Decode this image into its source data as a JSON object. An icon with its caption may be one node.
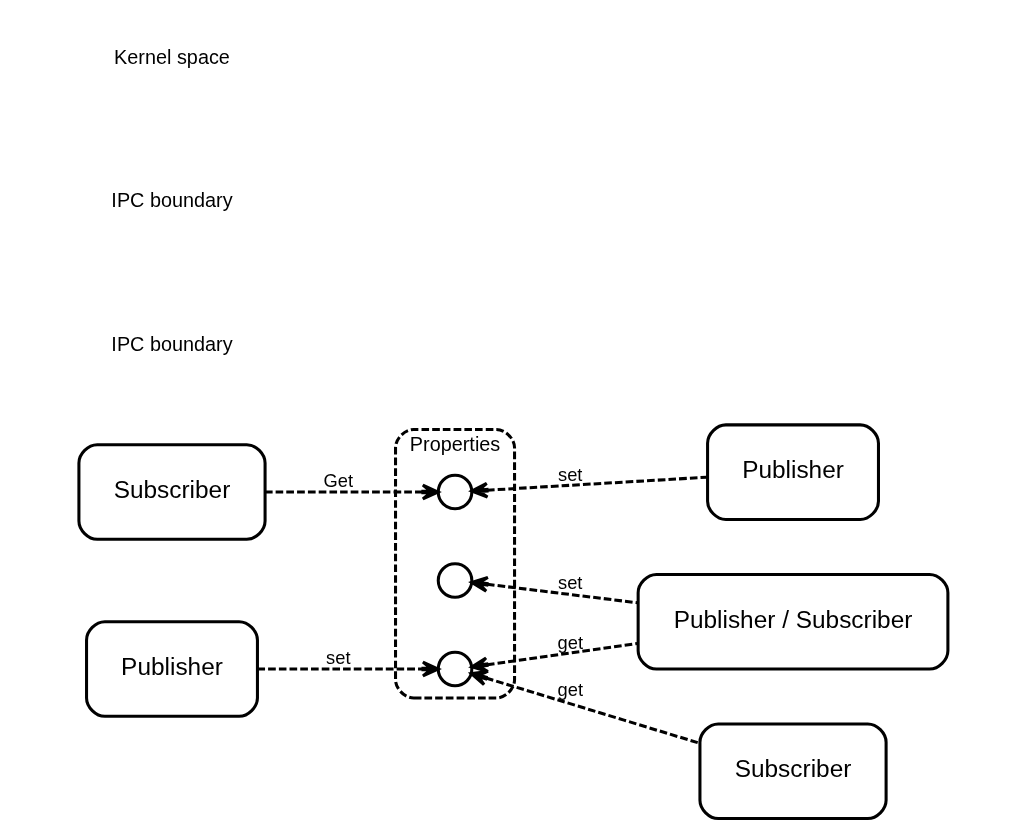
{
  "diagram": {
    "nodes": [
      {
        "text": [
          "Subscriber"
        ]
      },
      {
        "text": [
          "Publisher"
        ]
      },
      {
        "text": [
          "Properties"
        ]
      },
      {
        "text": [],
        "shape": "circle",
        "in": 2
      },
      {
        "text": [],
        "shape": "circle",
        "in": 2
      },
      {
        "text": [],
        "shape": "circle",
        "in": 2
      },
      {
        "text": [
          "Publisher"
        ]
      },
      {
        "text": [
          "Publisher / Subscriber"
        ]
      },
      {
        "text": [
          "Subscriber"
        ]
      }
    ],
    "edges": [
      {
        "from": 0,
        "to": 3,
        "arrow": "to",
        "label": "Get",
        "style": "dashed"
      },
      {
        "from": 6,
        "to": 3,
        "arrow": "to",
        "label": "set",
        "style": "dashed"
      },
      {
        "from": 7,
        "to": 4,
        "arrow": "to",
        "label": "set",
        "style": "dashed"
      },
      {
        "from": 7,
        "to": 5,
        "arrow": "to",
        "label": "get",
        "style": "dashed"
      },
      {
        "from": 1,
        "to": 5,
        "arrow": "to",
        "label": "set",
        "style": "dashed"
      },
      {
        "from": 8,
        "to": 5,
        "arrow": "to",
        "label": "get",
        "style": "dashed"
      }
    ],
    "labels": [
      "IPC boundary",
      "IPC boundary",
      "Kernel space"
    ]
  }
}
